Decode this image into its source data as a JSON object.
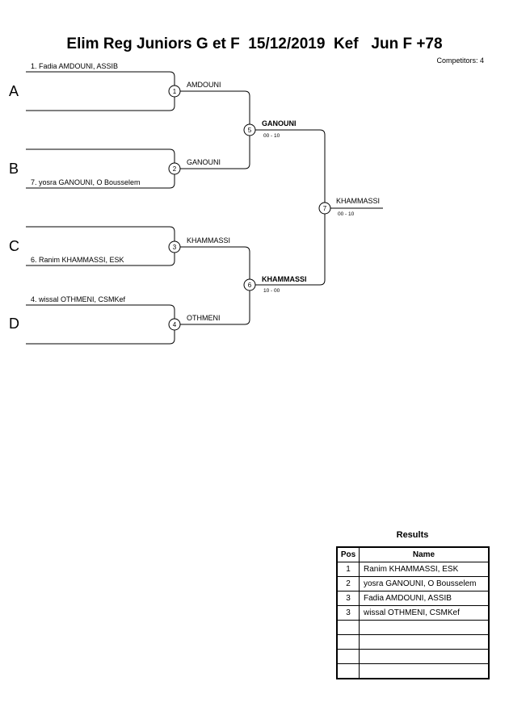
{
  "header": {
    "title": "Elim Reg Juniors G et F  15/12/2019  Kef   Jun F +78",
    "competitors": "Competitors: 4"
  },
  "pools": [
    "A",
    "B",
    "C",
    "D"
  ],
  "entrants": [
    "1. Fadia AMDOUNI, ASSIB",
    "7. yosra GANOUNI, O Bousselem",
    "6. Ranim KHAMMASSI, ESK",
    "4. wissal OTHMENI, CSMKef"
  ],
  "round1": [
    {
      "num": "1",
      "winner": "AMDOUNI"
    },
    {
      "num": "2",
      "winner": "GANOUNI"
    },
    {
      "num": "3",
      "winner": "KHAMMASSI"
    },
    {
      "num": "4",
      "winner": "OTHMENI"
    }
  ],
  "semis": [
    {
      "num": "5",
      "winner": "GANOUNI",
      "score": "00 - 10"
    },
    {
      "num": "6",
      "winner": "KHAMMASSI",
      "score": "10 - 00"
    }
  ],
  "final": {
    "num": "7",
    "winner": "KHAMMASSI",
    "score": "00 - 10"
  },
  "results": {
    "title": "Results",
    "col_pos": "Pos",
    "col_name": "Name",
    "rows": [
      {
        "pos": "1",
        "name": "Ranim KHAMMASSI, ESK"
      },
      {
        "pos": "2",
        "name": "yosra GANOUNI, O Bousselem"
      },
      {
        "pos": "3",
        "name": "Fadia AMDOUNI, ASSIB"
      },
      {
        "pos": "3",
        "name": "wissal OTHMENI, CSMKef"
      },
      {
        "pos": "",
        "name": ""
      },
      {
        "pos": "",
        "name": ""
      },
      {
        "pos": "",
        "name": ""
      },
      {
        "pos": "",
        "name": ""
      }
    ]
  }
}
